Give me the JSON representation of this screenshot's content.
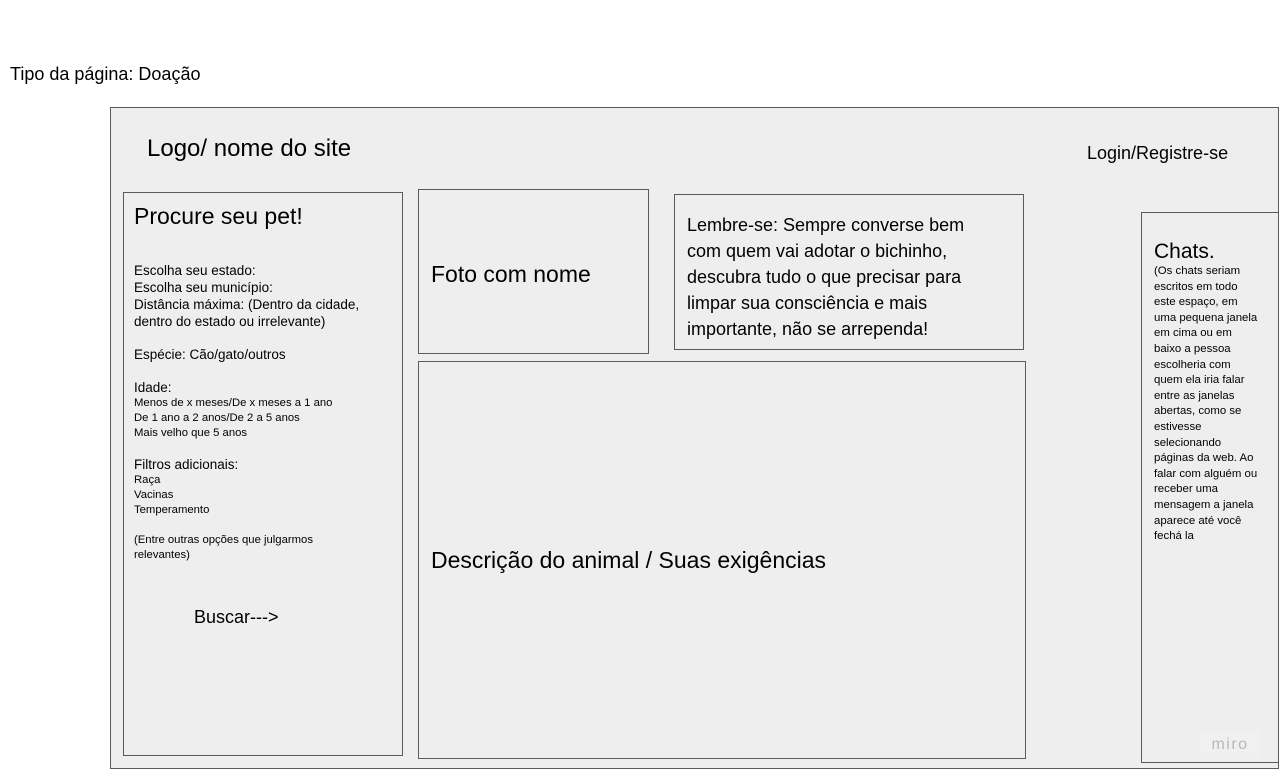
{
  "page_type": "Tipo da página: Doação",
  "header": {
    "logo": "Logo/ nome do site",
    "login": "Login/Registre-se"
  },
  "filter_panel": {
    "title": "Procure seu pet!",
    "state": "Escolha seu estado:",
    "city": "Escolha seu município:",
    "distance_1": "Distância máxima: (Dentro da cidade,",
    "distance_2": "dentro do estado ou irrelevante)",
    "species": "Espécie: Cão/gato/outros",
    "age_label": "Idade:",
    "age_1": "Menos de x meses/De x meses a 1 ano",
    "age_2": "De 1 ano a 2 anos/De 2 a 5 anos",
    "age_3": "Mais velho que 5 anos",
    "extra_label": "Filtros adicionais:",
    "extra_1": "Raça",
    "extra_2": "Vacinas",
    "extra_3": "Temperamento",
    "other_1": "(Entre outras opções que julgarmos",
    "other_2": "relevantes)",
    "search": "Buscar--->"
  },
  "photo_box": {
    "label": "Foto com nome"
  },
  "reminder": {
    "line_1": "Lembre-se: Sempre converse bem",
    "line_2": "com quem vai adotar o bichinho,",
    "line_3": "descubra tudo o que precisar para",
    "line_4": "limpar sua consciência e mais",
    "line_5": "importante, não se arrependa!"
  },
  "description": {
    "label": "Descrição do animal / Suas exigências"
  },
  "chats": {
    "title": "Chats.",
    "lines": [
      "(Os chats seriam",
      "escritos em todo",
      "este espaço, em",
      "uma pequena janela",
      "em cima ou em",
      "baixo a pessoa",
      "escolheria com",
      "quem ela iria falar",
      "entre as janelas",
      "abertas, como se",
      "estivesse",
      "selecionando",
      "páginas da web. Ao",
      "falar com alguém ou",
      "receber uma",
      "mensagem a janela",
      "aparece até você",
      "fechá la"
    ]
  },
  "watermark": "miro"
}
